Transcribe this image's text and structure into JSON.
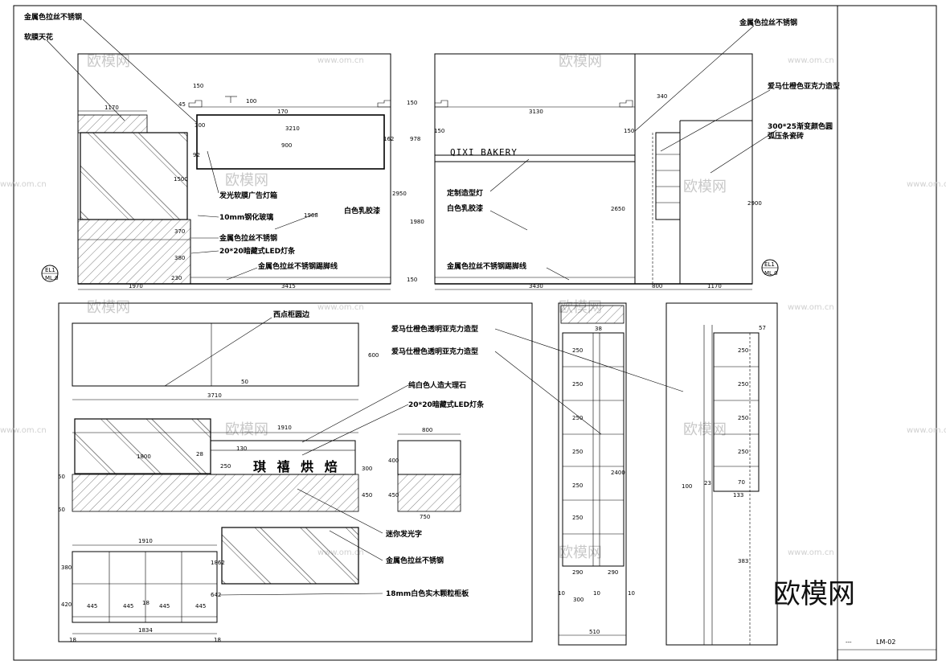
{
  "drawing": {
    "sheet_code": "LM-02",
    "sheet_prefix": "---",
    "logo_text": "欧模网",
    "watermark_cn": "欧模网",
    "watermark_url": "www.om.cn",
    "bakery_sign": "QIXI BAKERY",
    "counter_sign": "琪 禧 烘 焙",
    "section_marks": [
      "EL1",
      "EL1"
    ],
    "section_sub": [
      "ML.0",
      "ML.0"
    ]
  },
  "labels": {
    "ss_gold_1": "金属色拉丝不锈钢",
    "soft_ceiling": "软膜天花",
    "ss_gold_2": "金属色拉丝不锈钢",
    "hermes_acrylic": "爱马仕橙色亚克力造型",
    "gradient_tile": "300*25渐变颜色圆",
    "gradient_tile_2": "弧压条瓷砖",
    "lightbox": "发光软膜广告灯箱",
    "tempered_glass": "10mm钢化玻璃",
    "white_latex_1": "白色乳胶漆",
    "ss_gold_3": "金属色拉丝不锈钢",
    "led_strip_1": "20*20暗藏式LED灯条",
    "skirting_1": "金属色拉丝不锈钢踢脚线",
    "custom_lamp": "定制造型灯",
    "white_latex_2": "白色乳胶漆",
    "skirting_2": "金属色拉丝不锈钢踢脚线",
    "edge_trim": "西点柜圆边",
    "hermes_trans_1": "爱马仕橙色透明亚克力造型",
    "hermes_trans_2": "爱马仕橙色透明亚克力造型",
    "quartz": "纯白色人造大理石",
    "led_strip_2": "20*20暗藏式LED灯条",
    "mini_lit_letters": "迷你发光字",
    "ss_gold_4": "金属色拉丝不锈钢",
    "wood_board": "18mm白色实木颗粒柜板"
  },
  "dims": {
    "d1170a": "1170",
    "d100": "100",
    "d150a": "150",
    "d45": "45",
    "d300": "300",
    "d3210": "3210",
    "d170": "170",
    "d900a": "900",
    "d162": "162",
    "d2950": "2950",
    "d1500": "1500",
    "d92": "92",
    "d370": "370",
    "d380": "380",
    "d230": "230",
    "d1970": "1970",
    "d3415": "3415",
    "d1968": "1968",
    "d150b": "150",
    "d978": "978",
    "d1980": "1980",
    "d150c": "150",
    "d3130": "3130",
    "d150d": "150",
    "d2650": "2650",
    "d3430": "3430",
    "d800a": "800",
    "d1170b": "1170",
    "d340": "340",
    "d2900": "2900",
    "d50a": "50",
    "d3710": "3710",
    "d600": "600",
    "d1910a": "1910",
    "d1800": "1800",
    "d28": "28",
    "d130": "130",
    "d250": "250",
    "d300b": "300",
    "d400": "400",
    "d450": "450",
    "d50b": "50",
    "d50c": "50",
    "d800b": "800",
    "d750": "750",
    "d1910b": "1910",
    "d1834": "1834",
    "d445": "445",
    "d18": "18",
    "d1862": "1862",
    "d642": "642",
    "d380b": "380",
    "d420": "420",
    "d38": "38",
    "d250b": "250",
    "d2400": "2400",
    "d290": "290",
    "d10": "10",
    "d510": "510",
    "d57": "57",
    "d133": "133",
    "d23": "23",
    "d70": "70",
    "d383": "383"
  }
}
